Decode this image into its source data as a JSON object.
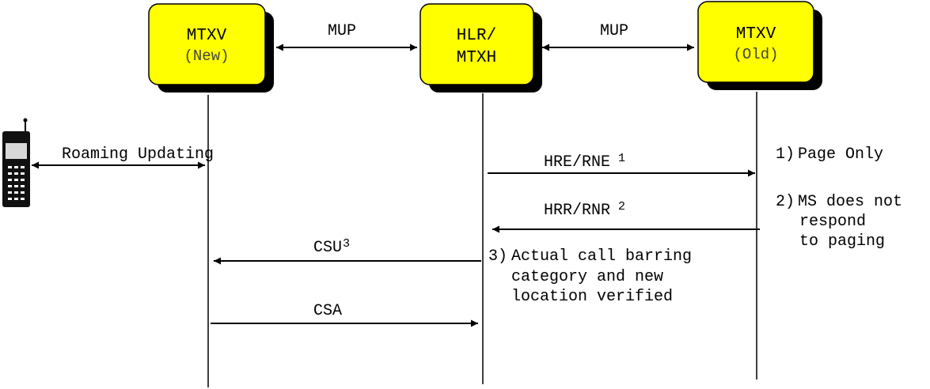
{
  "colors": {
    "node_fill": "#ffff00",
    "node_shadow": "#000000",
    "line": "#000000",
    "background": "#ffffff"
  },
  "nodes": [
    {
      "id": "mtxv-new",
      "line1": "MTXV",
      "line2": "(New)"
    },
    {
      "id": "hlr-mtxh",
      "line1": "HLR/",
      "line2": "MTXH"
    },
    {
      "id": "mtxv-old",
      "line1": "MTXV",
      "line2": "(Old)"
    }
  ],
  "links": [
    {
      "id": "mup-left",
      "label": "MUP"
    },
    {
      "id": "mup-right",
      "label": "MUP"
    }
  ],
  "device": {
    "icon": "mobile-phone-icon"
  },
  "messages": [
    {
      "id": "roaming-updating",
      "label": "Roaming Updating",
      "sup": ""
    },
    {
      "id": "hre-rne",
      "label": "HRE/RNE",
      "sup": "1"
    },
    {
      "id": "hrr-rnr",
      "label": "HRR/RNR",
      "sup": "2"
    },
    {
      "id": "csu",
      "label": "CSU",
      "sup": "3"
    },
    {
      "id": "csa",
      "label": "CSA",
      "sup": ""
    }
  ],
  "notes": {
    "note1": {
      "num": "1)",
      "lines": [
        "Page Only"
      ]
    },
    "note2": {
      "num": "2)",
      "lines": [
        "MS does not",
        "respond",
        "to paging"
      ]
    },
    "note3": {
      "num": "3)",
      "lines": [
        "Actual call barring",
        "category and new",
        "location verified"
      ]
    }
  }
}
